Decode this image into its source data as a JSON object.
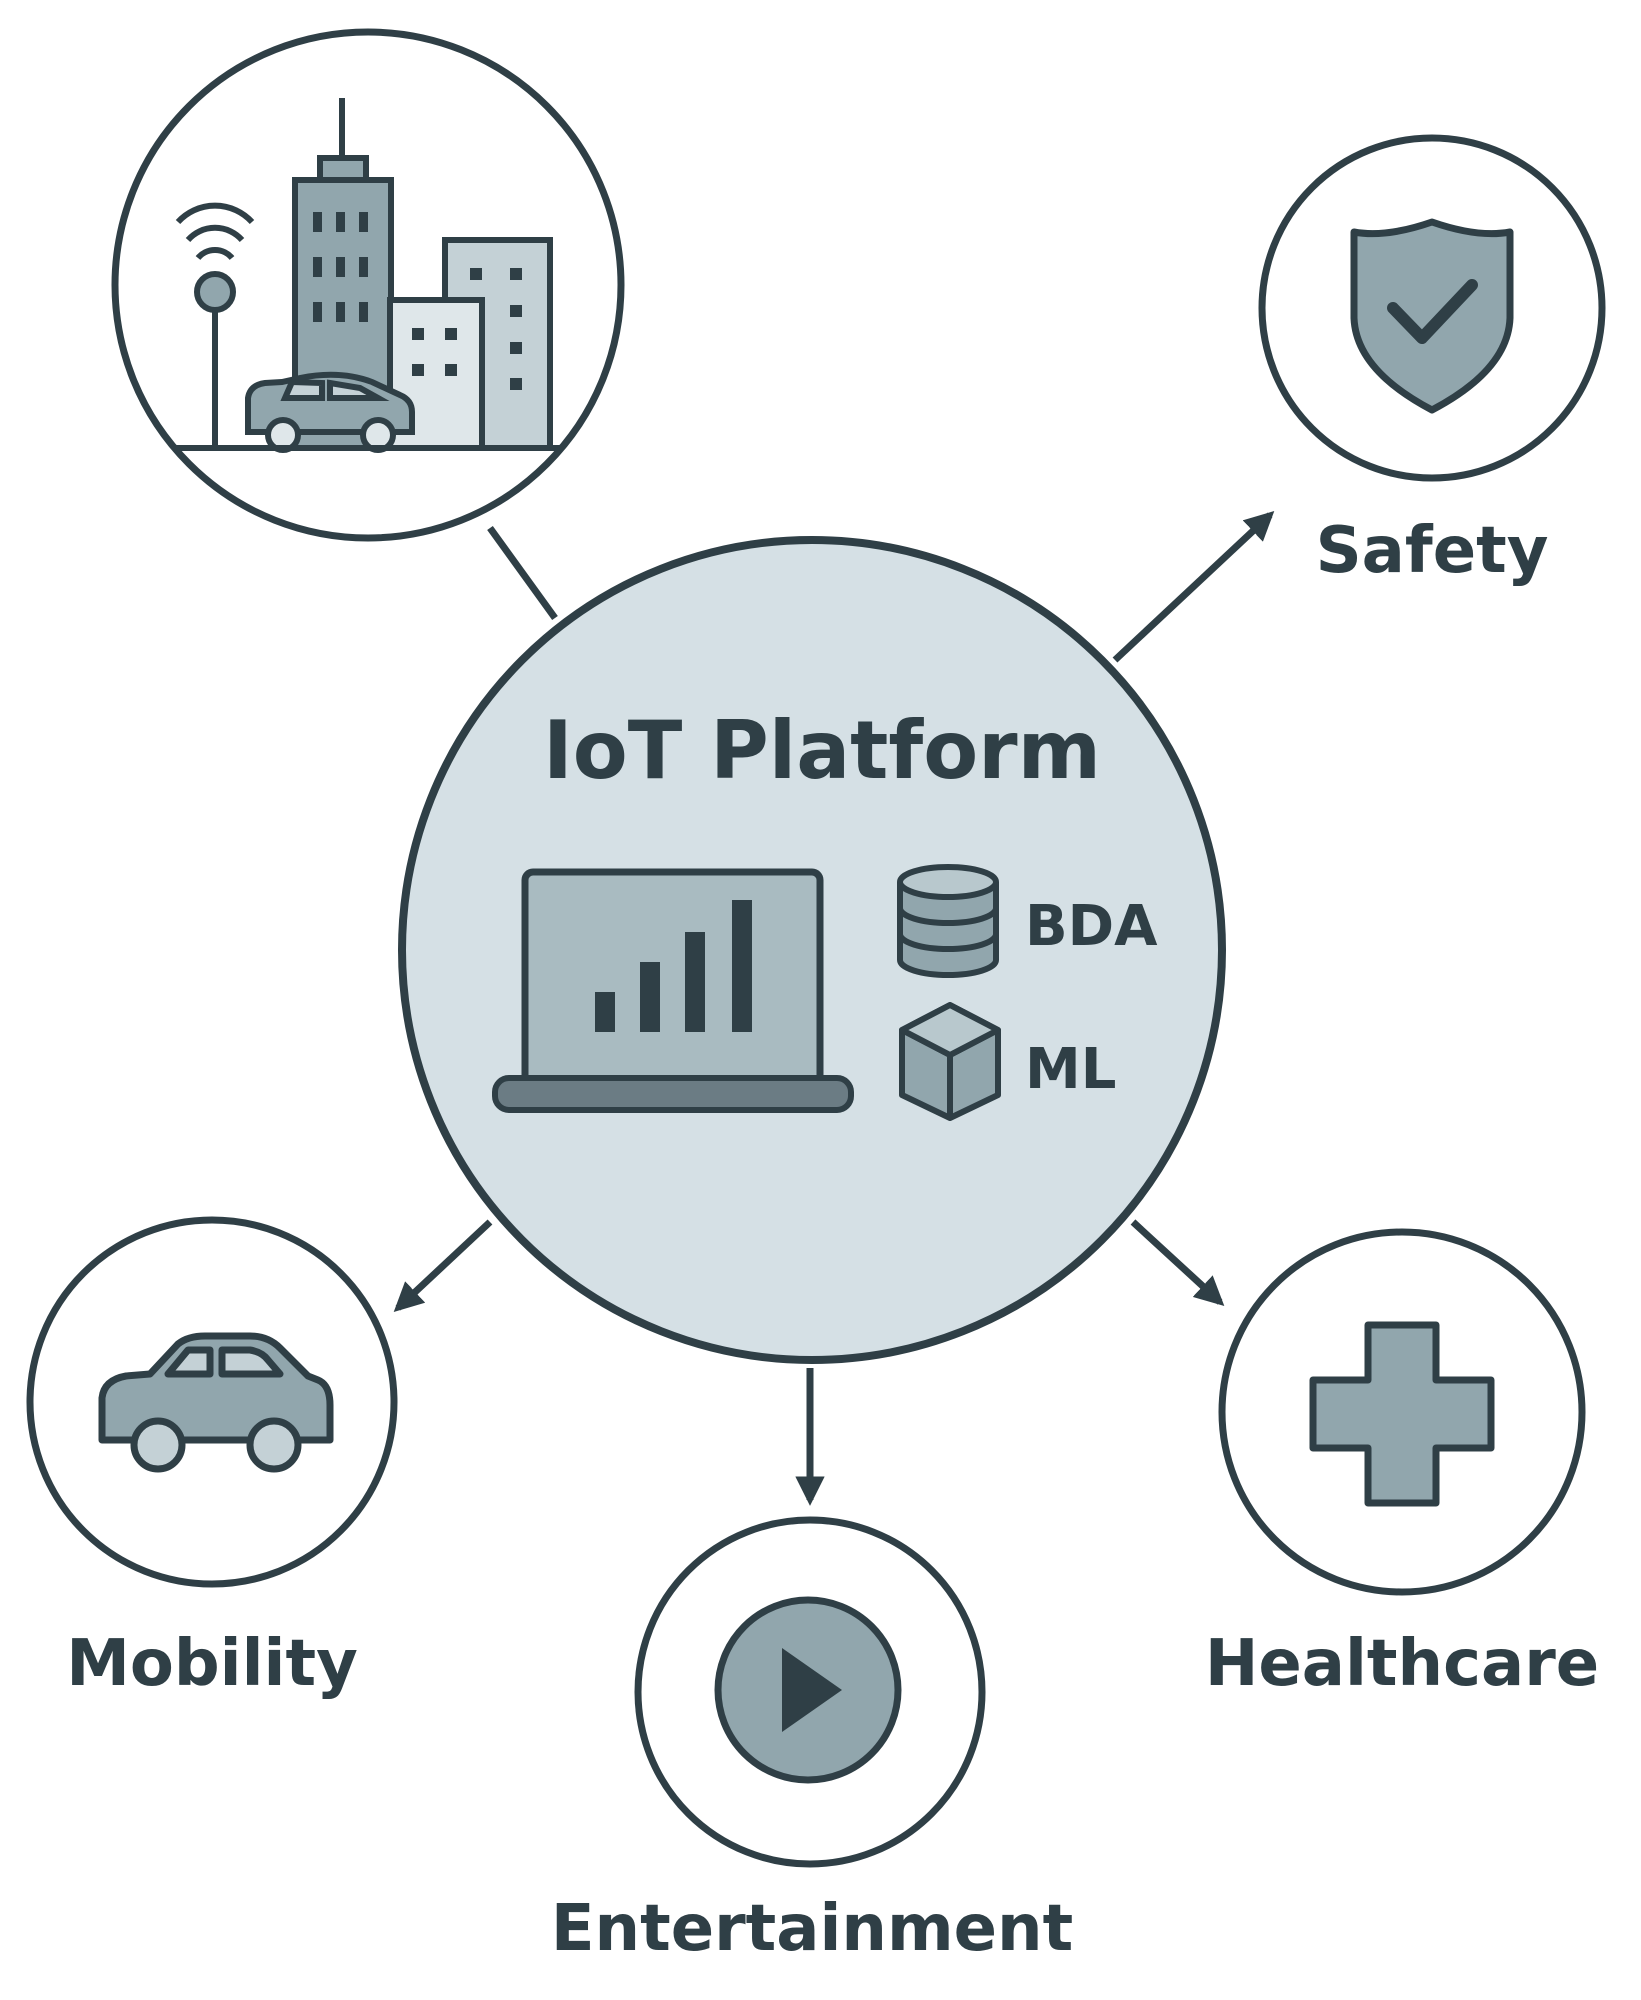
{
  "colors": {
    "stroke": "#2f3f46",
    "hub_fill": "#d5e0e5",
    "icon_fill": "#91a6ad",
    "icon_light": "#c4d1d6",
    "laptop_base": "#6b7c84"
  },
  "hub": {
    "title": "IoT Platform",
    "tags": [
      {
        "label": "BDA",
        "icon": "database-icon"
      },
      {
        "label": "ML",
        "icon": "cube-icon"
      }
    ],
    "icon": "laptop-chart-icon"
  },
  "nodes": [
    {
      "id": "smart-city",
      "label": "",
      "icon": "smart-city-icon"
    },
    {
      "id": "safety",
      "label": "Safety",
      "icon": "shield-check-icon"
    },
    {
      "id": "mobility",
      "label": "Mobility",
      "icon": "car-icon"
    },
    {
      "id": "entertainment",
      "label": "Entertainment",
      "icon": "play-icon"
    },
    {
      "id": "healthcare",
      "label": "Healthcare",
      "icon": "medical-cross-icon"
    }
  ]
}
